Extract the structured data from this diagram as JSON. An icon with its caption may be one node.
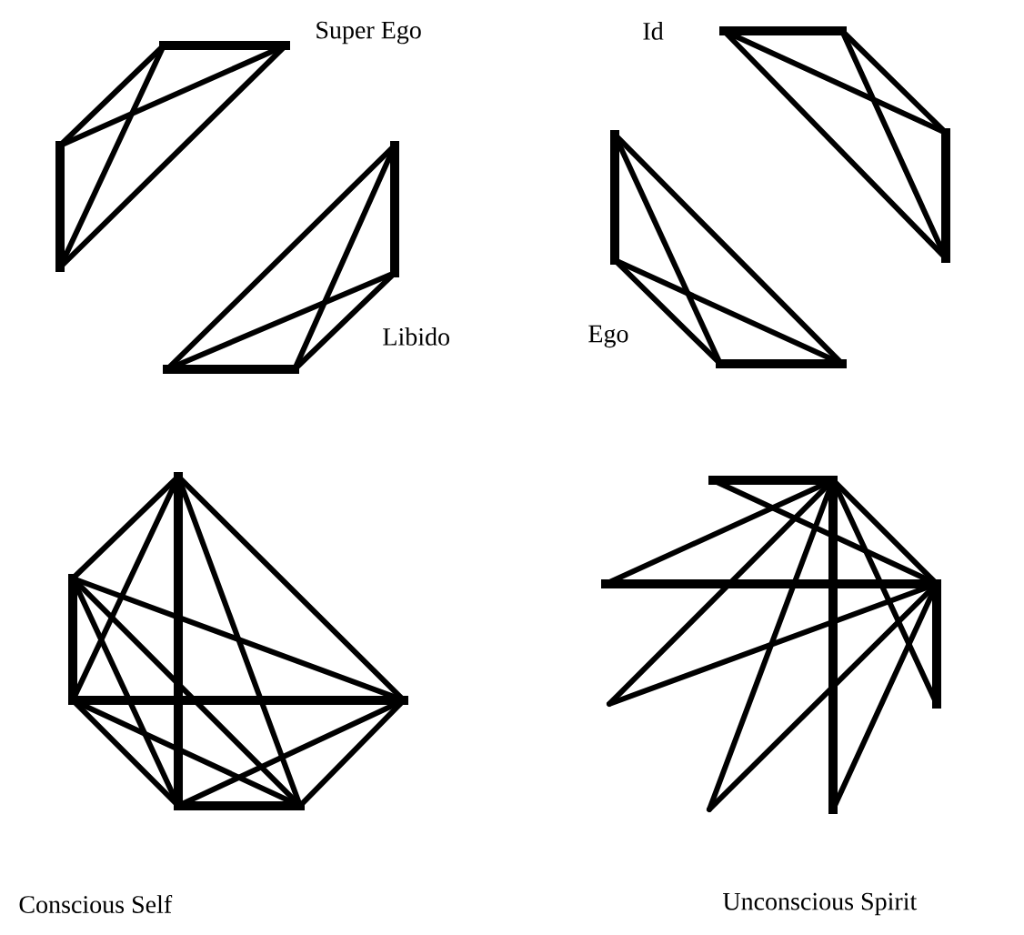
{
  "diagram": {
    "labels": [
      "Super Ego",
      "Id",
      "Libido",
      "Ego",
      "Conscious Self",
      "Unconscious Spirit"
    ]
  }
}
